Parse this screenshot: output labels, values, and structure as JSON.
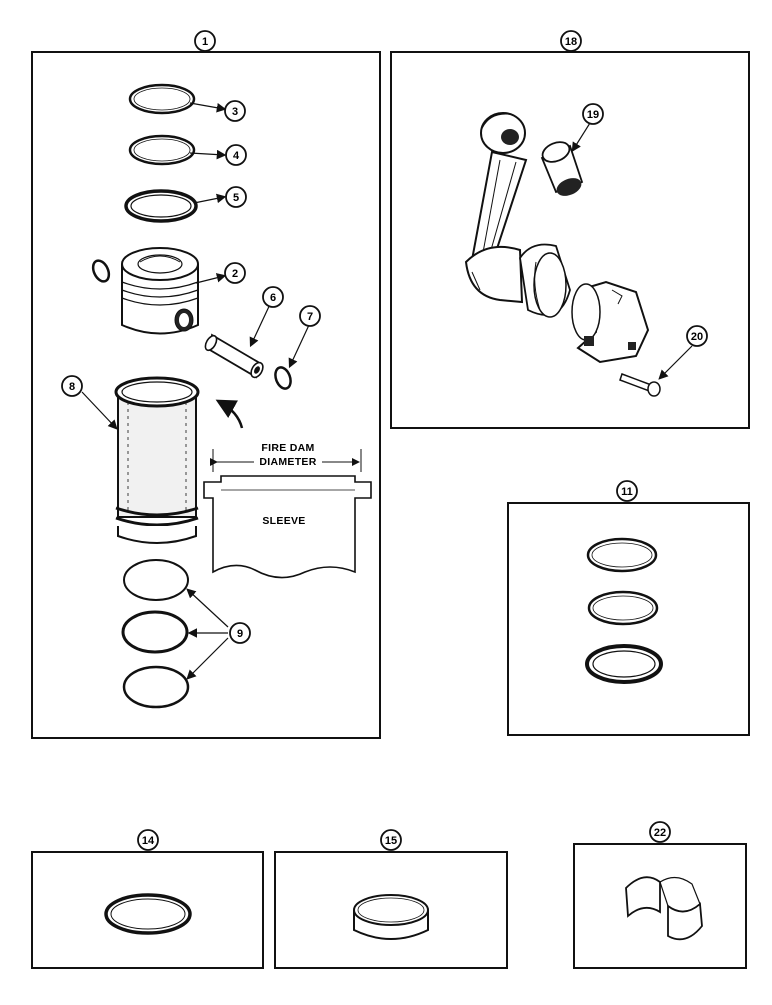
{
  "diagram": {
    "callouts": {
      "c1": "1",
      "c2": "2",
      "c3": "3",
      "c4": "4",
      "c5": "5",
      "c6": "6",
      "c7": "7",
      "c8": "8",
      "c9": "9",
      "c11": "11",
      "c14": "14",
      "c15": "15",
      "c18": "18",
      "c19": "19",
      "c20": "20",
      "c22": "22"
    },
    "sleeve_detail": {
      "dimension_line1": "FIRE DAM",
      "dimension_line2": "DIAMETER",
      "sleeve_label": "SLEEVE"
    }
  }
}
